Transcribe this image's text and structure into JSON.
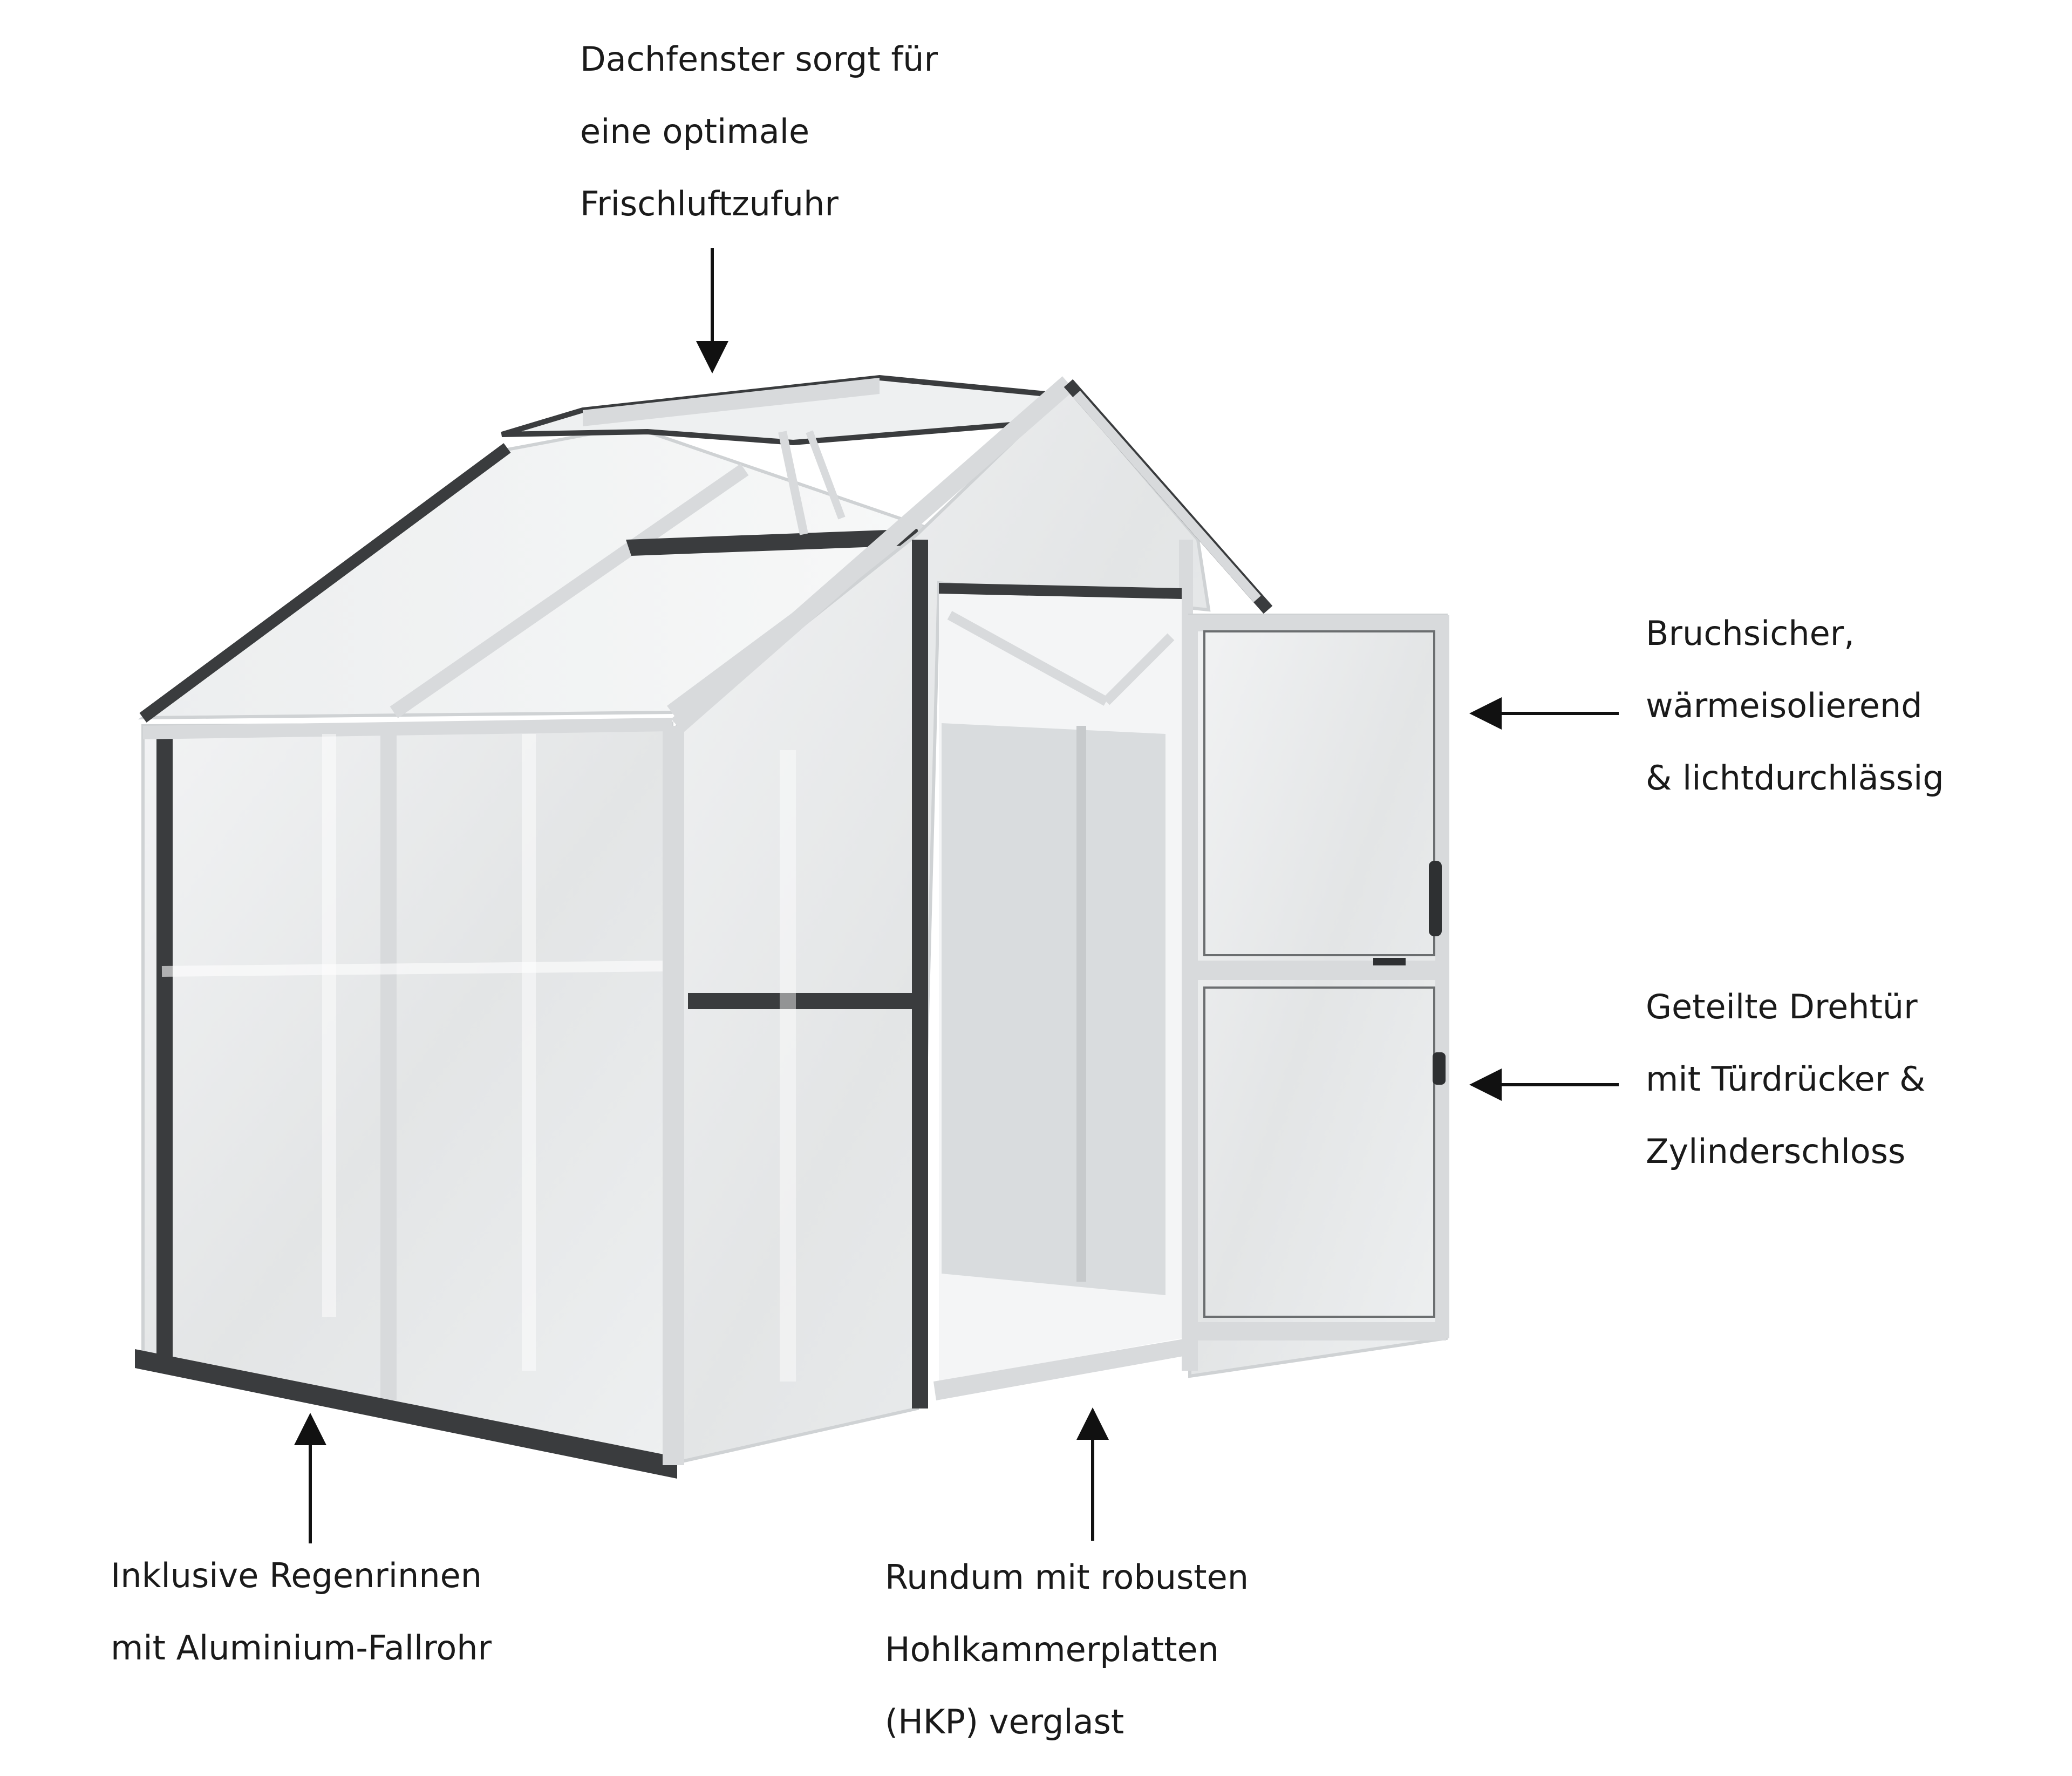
{
  "callouts": {
    "roof_window": [
      "Dachfenster sorgt für",
      "eine optimale",
      "Frischluftzufuhr"
    ],
    "shatterproof": [
      "Bruchsicher,",
      "wärmeisolierend",
      "& lichtdurchlässig"
    ],
    "split_door": [
      "Geteilte Drehtür",
      "mit Türdrücker &",
      "Zylinderschloss"
    ],
    "gutter": [
      "Inklusive Regenrinnen",
      "mit Aluminium-Fallrohr"
    ],
    "panels": [
      "Rundum mit robusten",
      "Hohlkammerplatten",
      "(HKP) verglast"
    ]
  },
  "colors": {
    "frame_light": "#d8dadc",
    "frame_dark": "#3a3c3e",
    "panel": "#e8eaeb",
    "text": "#1a1a1a"
  }
}
